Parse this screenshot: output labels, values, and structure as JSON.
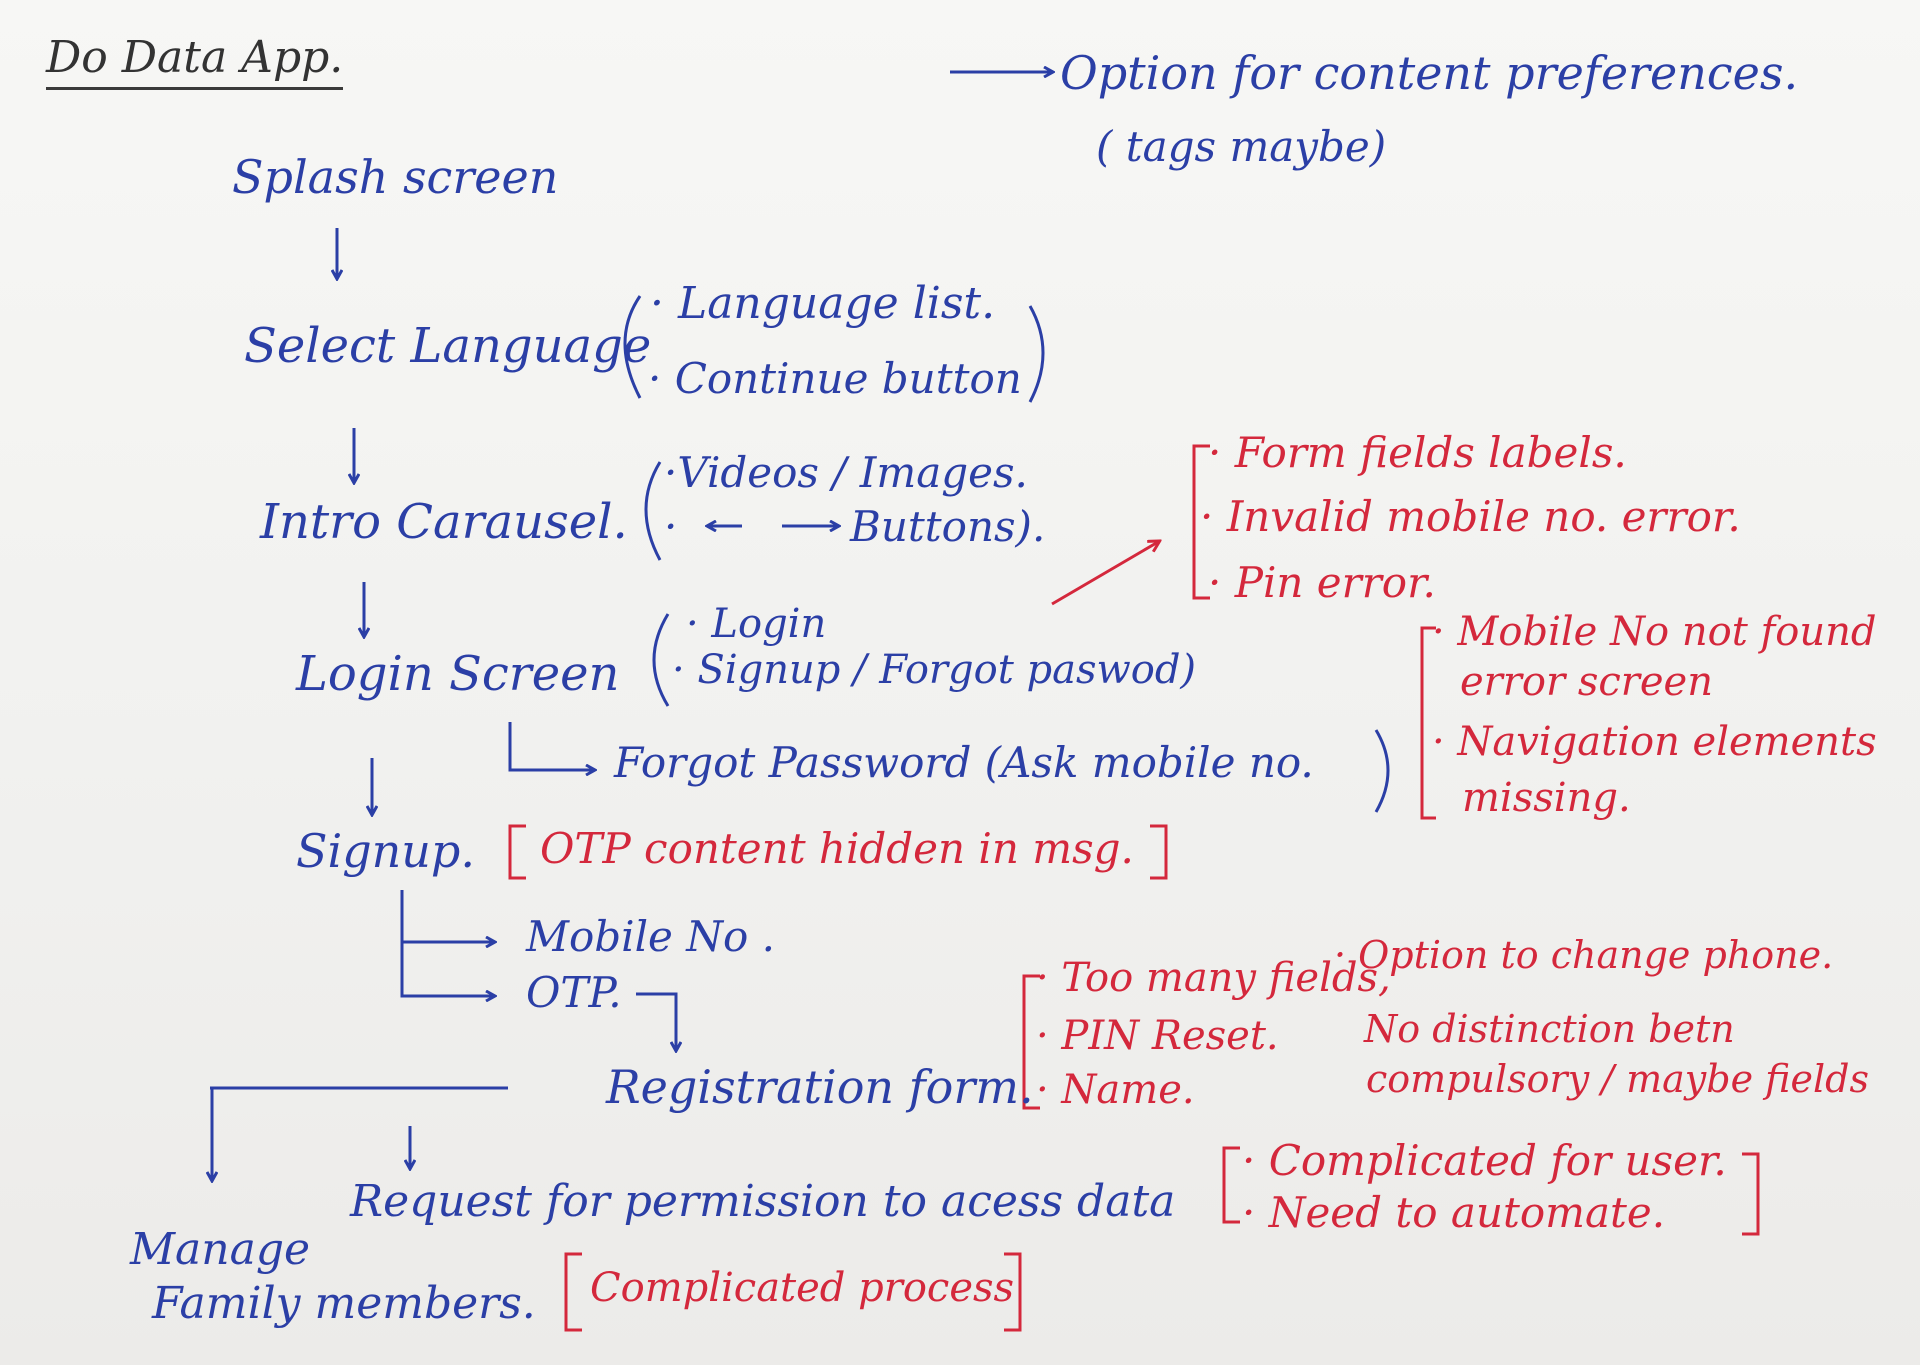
{
  "title": "Do Data App.",
  "note_top": {
    "line1": "Option for content preferences.",
    "line2": "( tags maybe)"
  },
  "flow": {
    "splash": "Splash screen",
    "select_language": "Select Language",
    "select_language_items": [
      "· Language list.",
      "· Continue button"
    ],
    "intro": "Intro Carausel.",
    "intro_items": [
      "·Videos / Images.",
      "·",
      "Buttons)."
    ],
    "login": "Login Screen",
    "login_items": [
      "· Login",
      "· Signup / Forgot paswod)"
    ],
    "forgot": "Forgot Password (Ask mobile no.",
    "signup": "Signup.",
    "mobile": "Mobile No .",
    "otp": "OTP.",
    "registration": "Registration form.",
    "permission": "Request for permission to acess data",
    "manage_line1": "Manage",
    "manage_line2": "Family members."
  },
  "notes": {
    "login_issues": [
      "· Form fields labels.",
      "· Invalid mobile no. error.",
      "· Pin error."
    ],
    "forgot_issues": [
      "· Mobile No not found",
      "error screen",
      "· Navigation elements",
      "missing."
    ],
    "signup_issue": "OTP content hidden in msg.",
    "registration_issues_col1": [
      "· Too many fields,",
      "· PIN Reset.",
      "· Name."
    ],
    "registration_issues_col2": [
      "· Option to change phone.",
      "No distinction betn",
      "compulsory / maybe fields"
    ],
    "permission_issues": [
      "· Complicated for user.",
      "· Need to automate."
    ],
    "manage_issue": "Complicated process"
  },
  "colors": {
    "blue_ink": "#2b3fa6",
    "red_ink": "#d4283c",
    "paper": "#f4f4f2"
  }
}
